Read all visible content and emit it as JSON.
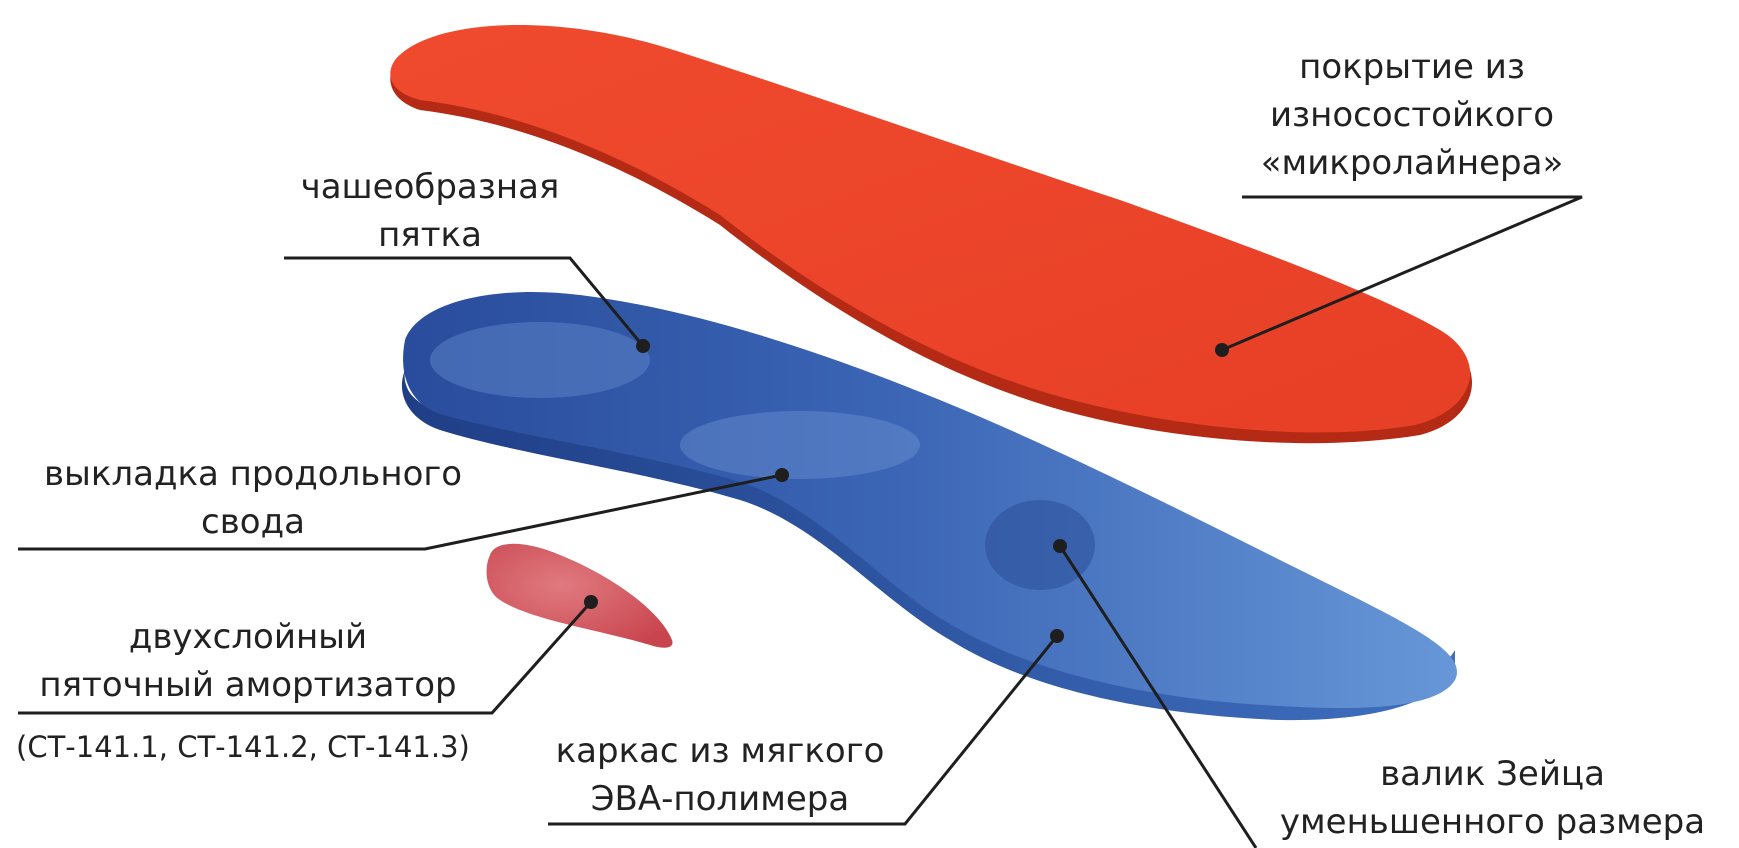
{
  "colors": {
    "top_layer": "#e8432a",
    "top_layer_edge": "#c73218",
    "base_layer_dark": "#2c4f9e",
    "base_layer_light": "#5f8fd4",
    "heel_pad": "#d6555c",
    "leader_line": "#1e1e1e",
    "text": "#222222"
  },
  "labels": {
    "cover": {
      "line1": "покрытие из",
      "line2": "износостойкого",
      "line3": "«микролайнера»"
    },
    "heel_cup": {
      "line1": "чашеобразная",
      "line2": "пятка"
    },
    "arch": {
      "line1": "выкладка продольного",
      "line2": "свода"
    },
    "heel_pad": {
      "line1": "двухслойный",
      "line2": "пяточный амортизатор"
    },
    "models": "(СТ-141.1, СТ-141.2, СТ-141.3)",
    "frame": {
      "line1": "каркас из мягкого",
      "line2": "ЭВА-полимера"
    },
    "roll": {
      "line1": "валик Зейца",
      "line2": "уменьшенного размера"
    }
  }
}
